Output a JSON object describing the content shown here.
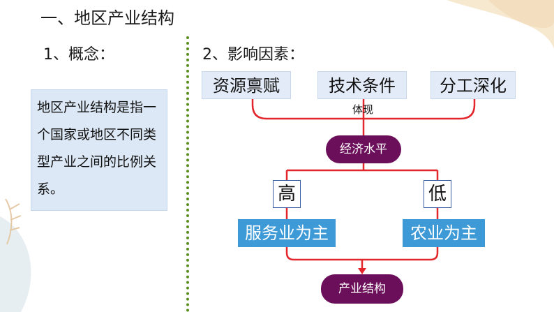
{
  "heading": "一、地区产业结构",
  "concept_title": "1、概念：",
  "concept_text": "地区产业结构是指一个国家或地区不同类型产业之间的比例关系。",
  "factors_title": "2、影响因素：",
  "factors": [
    "资源禀赋",
    "技术条件",
    "分工深化"
  ],
  "embodied_label": "体现",
  "economic_level": "经济水平",
  "high_label": "高",
  "low_label": "低",
  "high_result": "服务业为主",
  "low_result": "农业为主",
  "industry_structure": "产业结构",
  "colors": {
    "line": "#e3262b",
    "pill": "#6b0f5a",
    "blue_label": "#3d9ad6",
    "divider": "#5a8f1e"
  }
}
